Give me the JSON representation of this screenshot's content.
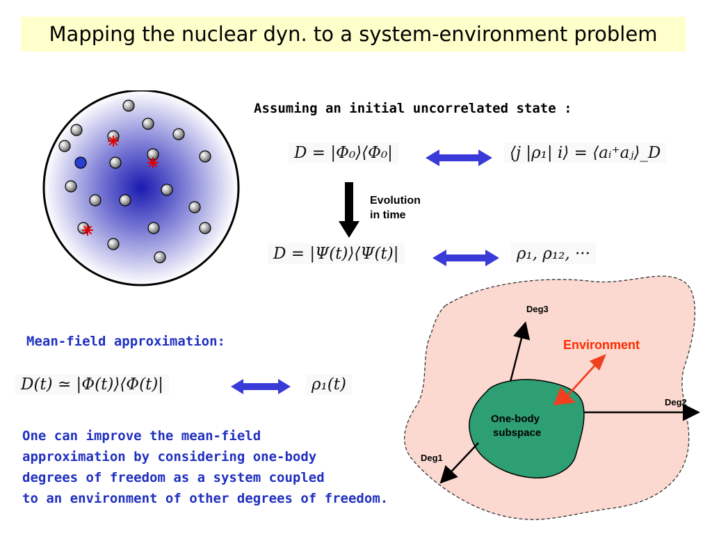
{
  "slide": {
    "title": "Mapping the nuclear dyn. to a system-environment problem",
    "assumption_heading": "Assuming an initial uncorrelated state :",
    "eq_initial_left": "D = |Φ₀⟩⟨Φ₀|",
    "eq_initial_right": "⟨j |ρ₁| i⟩ = ⟨aᵢ⁺aⱼ⟩_D",
    "evolution_line1": "Evolution",
    "evolution_line2": "in time",
    "eq_evolved_left": "D = |Ψ(t)⟩⟨Ψ(t)|",
    "eq_evolved_right": "ρ₁,  ρ₁₂, ···",
    "meanfield_heading": "Mean-field approximation:",
    "eq_meanfield_left": "D(t) ≃ |Φ(t)⟩⟨Φ(t)|",
    "eq_meanfield_right": "ρ₁(t)",
    "paragraph_lines": [
      "One can improve the mean-field",
      "approximation by considering one-body",
      "degrees of freedom as a system coupled",
      "to an environment of other degrees of freedom."
    ]
  },
  "diagram": {
    "deg1": "Deg1",
    "deg2": "Deg2",
    "deg3": "Deg3",
    "environment_label": "Environment",
    "subspace_line1": "One-body",
    "subspace_line2": "subspace"
  },
  "colors": {
    "title_bg": "#ffffcc",
    "text_blue": "#1f2fbf",
    "arrow_blue": "#3a3ad8",
    "environment_fill": "#fbd9d0",
    "subspace_fill": "#2e9e73",
    "environment_arrow": "#f04020",
    "environment_text": "#ff2a00"
  }
}
